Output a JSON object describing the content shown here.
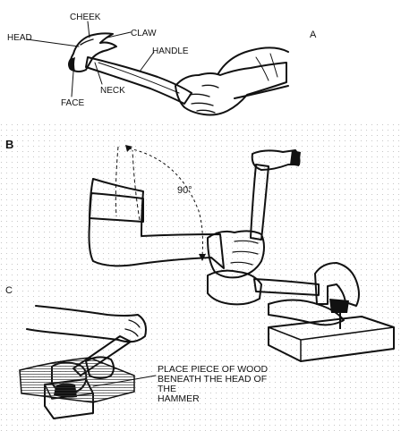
{
  "panels": {
    "a": {
      "letter": "A",
      "parts": {
        "head": "HEAD",
        "cheek": "CHEEK",
        "claw": "CLAW",
        "handle": "HANDLE",
        "neck": "NECK",
        "face": "FACE"
      }
    },
    "b": {
      "letter": "B",
      "angle": "90°"
    },
    "c": {
      "letter": "C",
      "note": [
        "PLACE PIECE OF WOOD",
        "BENEATH THE HEAD OF",
        "THE",
        "HAMMER"
      ]
    }
  }
}
